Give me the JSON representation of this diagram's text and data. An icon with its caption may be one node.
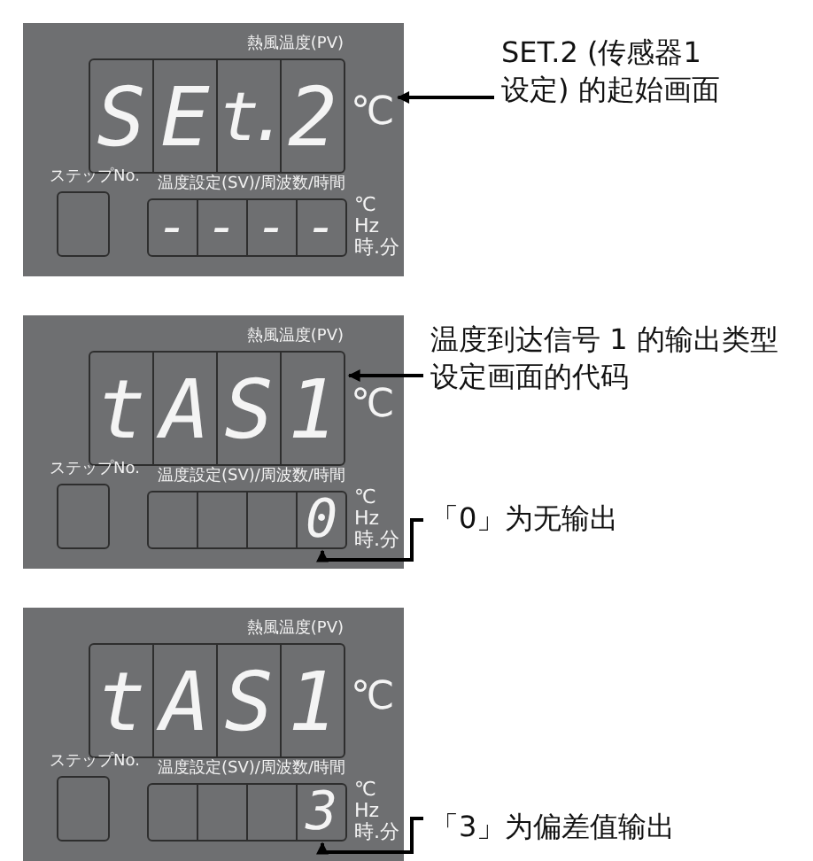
{
  "diagram": {
    "nodes": [
      {
        "text": [],
        "shape": "box"
      },
      {
        "text": [
          "熱風温度(PV)",
          "SEt.2"
        ],
        "in": 0
      },
      {
        "text": [
          "℃"
        ],
        "in": 0
      },
      {
        "text": [
          "ステップNo."
        ],
        "in": 0
      },
      {
        "text": [
          "温度設定(SV)/周波数/時間",
          "- - - -"
        ],
        "in": 0
      },
      {
        "text": [
          "℃ Hz 時.分"
        ],
        "in": 0
      },
      {
        "text": [
          "SET.2 (传感器1设定) 的起始画面"
        ]
      },
      {
        "text": [],
        "shape": "box"
      },
      {
        "text": [
          "熱風温度(PV)",
          "tAS1"
        ],
        "in": 7
      },
      {
        "text": [
          "℃"
        ],
        "in": 7
      },
      {
        "text": [
          "ステップNo."
        ],
        "in": 7
      },
      {
        "text": [
          "温度設定(SV)/周波数/時間",
          "0"
        ],
        "in": 7
      },
      {
        "text": [
          "℃ Hz 時.分"
        ],
        "in": 7
      },
      {
        "text": [
          "温度到达信号 1 的输出类型设定画面的代码"
        ]
      },
      {
        "text": [
          "「0」为无输出"
        ]
      },
      {
        "text": [],
        "shape": "box"
      },
      {
        "text": [
          "熱風温度(PV)",
          "tAS1"
        ],
        "in": 15
      },
      {
        "text": [
          "℃"
        ],
        "in": 15
      },
      {
        "text": [
          "ステップNo."
        ],
        "in": 15
      },
      {
        "text": [
          "温度設定(SV)/周波数/時間",
          "3"
        ],
        "in": 15
      },
      {
        "text": [
          "℃ Hz 時.分"
        ],
        "in": 15
      },
      {
        "text": [
          "「3」为偏差值输出"
        ]
      }
    ],
    "edges": [
      {
        "from": 6,
        "to": 2,
        "arrow": "to"
      },
      {
        "from": 13,
        "to": 8,
        "arrow": "to"
      },
      {
        "from": 14,
        "to": 11,
        "arrow": "to"
      },
      {
        "from": 21,
        "to": 19,
        "arrow": "to"
      }
    ]
  }
}
